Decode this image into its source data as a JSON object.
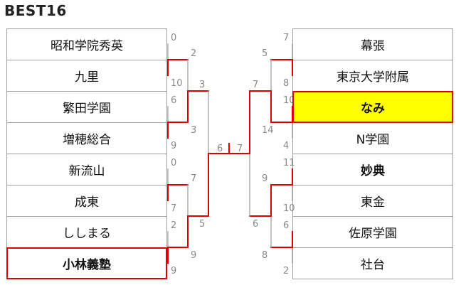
{
  "title": "BEST16",
  "colors": {
    "win": "#dd0000",
    "line": "#9a9a9a",
    "box_border": "#a0a0a0",
    "highlight": "#ffff00"
  },
  "left_teams": [
    {
      "name": "昭和学院秀英"
    },
    {
      "name": "九里"
    },
    {
      "name": "繁田学園"
    },
    {
      "name": "増穂総合"
    },
    {
      "name": "新流山"
    },
    {
      "name": "成東"
    },
    {
      "name": "ししまる"
    },
    {
      "name": "小林義塾",
      "bold": true,
      "red_border": true
    }
  ],
  "right_teams": [
    {
      "name": "幕張"
    },
    {
      "name": "東京大学附属"
    },
    {
      "name": "なみ",
      "bold": true,
      "red_border": true,
      "highlight": true
    },
    {
      "name": "N学園"
    },
    {
      "name": "妙典",
      "bold": true
    },
    {
      "name": "東金"
    },
    {
      "name": "佐原学園"
    },
    {
      "name": "社台"
    }
  ],
  "scores": {
    "left_r1": [
      [
        0,
        10
      ],
      [
        6,
        9
      ],
      [
        0,
        7
      ],
      [
        2,
        9
      ]
    ],
    "left_r2": [
      [
        2,
        3
      ],
      [
        7,
        9
      ]
    ],
    "left_semi": [
      3,
      5
    ],
    "final": [
      6,
      7
    ],
    "right_semi": [
      7,
      6
    ],
    "right_r2": [
      [
        5,
        14
      ],
      [
        9,
        8
      ]
    ],
    "right_r1": [
      [
        7,
        8
      ],
      [
        10,
        4
      ],
      [
        11,
        10
      ],
      [
        6,
        2
      ]
    ]
  }
}
